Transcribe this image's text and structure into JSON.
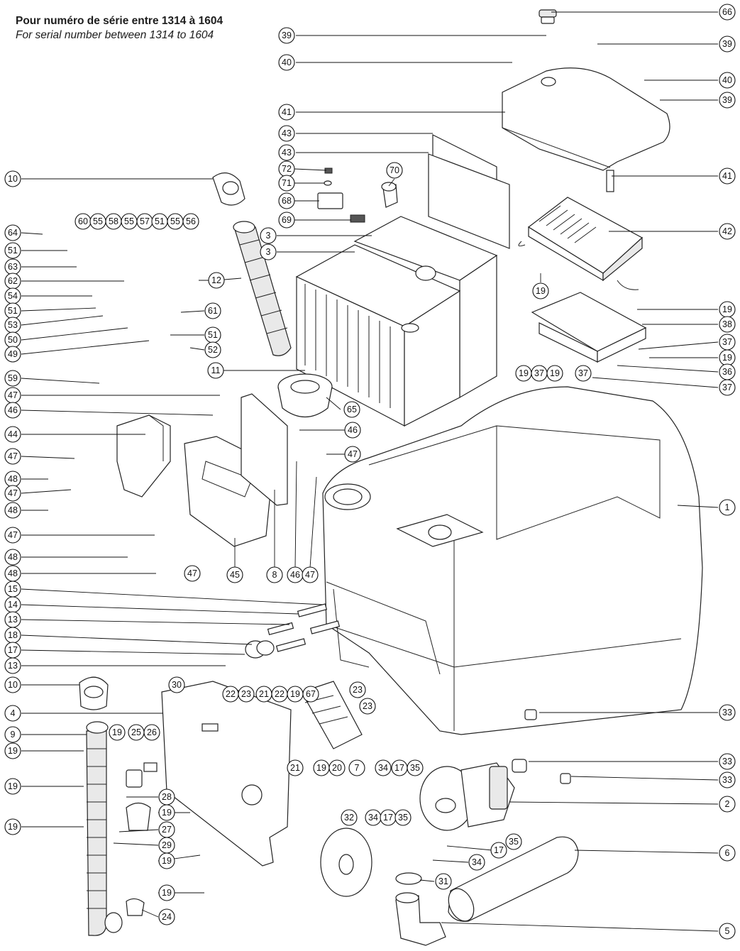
{
  "header": {
    "title_fr": "Pour numéro de série entre 1314 à 1604",
    "title_en": "For serial number between 1314 to 1604"
  },
  "callouts": [
    {
      "id": "66",
      "label": "66"
    },
    {
      "id": "39a",
      "label": "39"
    },
    {
      "id": "39b",
      "label": "39"
    },
    {
      "id": "39c",
      "label": "39"
    },
    {
      "id": "40a",
      "label": "40"
    },
    {
      "id": "40b",
      "label": "40"
    },
    {
      "id": "41a",
      "label": "41"
    },
    {
      "id": "41b",
      "label": "41"
    },
    {
      "id": "43a",
      "label": "43"
    },
    {
      "id": "43b",
      "label": "43"
    },
    {
      "id": "72",
      "label": "72"
    },
    {
      "id": "71",
      "label": "71"
    },
    {
      "id": "70",
      "label": "70"
    },
    {
      "id": "68",
      "label": "68"
    },
    {
      "id": "69",
      "label": "69"
    },
    {
      "id": "42",
      "label": "42"
    },
    {
      "id": "3a",
      "label": "3"
    },
    {
      "id": "3b",
      "label": "3"
    },
    {
      "id": "10a",
      "label": "10"
    },
    {
      "id": "64",
      "label": "64"
    },
    {
      "id": "60",
      "label": "60"
    },
    {
      "id": "55a",
      "label": "55"
    },
    {
      "id": "58",
      "label": "58"
    },
    {
      "id": "55b",
      "label": "55"
    },
    {
      "id": "57",
      "label": "57"
    },
    {
      "id": "51a",
      "label": "51"
    },
    {
      "id": "55c",
      "label": "55"
    },
    {
      "id": "56",
      "label": "56"
    },
    {
      "id": "51b",
      "label": "51"
    },
    {
      "id": "63",
      "label": "63"
    },
    {
      "id": "12",
      "label": "12"
    },
    {
      "id": "62",
      "label": "62"
    },
    {
      "id": "54",
      "label": "54"
    },
    {
      "id": "51c",
      "label": "51"
    },
    {
      "id": "61",
      "label": "61"
    },
    {
      "id": "53",
      "label": "53"
    },
    {
      "id": "50",
      "label": "50"
    },
    {
      "id": "51d",
      "label": "51"
    },
    {
      "id": "49",
      "label": "49"
    },
    {
      "id": "52",
      "label": "52"
    },
    {
      "id": "19a",
      "label": "19"
    },
    {
      "id": "19b",
      "label": "19"
    },
    {
      "id": "38",
      "label": "38"
    },
    {
      "id": "37a",
      "label": "37"
    },
    {
      "id": "19c",
      "label": "19"
    },
    {
      "id": "19d",
      "label": "19"
    },
    {
      "id": "37b",
      "label": "37"
    },
    {
      "id": "19e",
      "label": "19"
    },
    {
      "id": "37c",
      "label": "37"
    },
    {
      "id": "36",
      "label": "36"
    },
    {
      "id": "37d",
      "label": "37"
    },
    {
      "id": "11",
      "label": "11"
    },
    {
      "id": "59",
      "label": "59"
    },
    {
      "id": "47a",
      "label": "47"
    },
    {
      "id": "46a",
      "label": "46"
    },
    {
      "id": "65",
      "label": "65"
    },
    {
      "id": "46b",
      "label": "46"
    },
    {
      "id": "44",
      "label": "44"
    },
    {
      "id": "47b",
      "label": "47"
    },
    {
      "id": "47c",
      "label": "47"
    },
    {
      "id": "48a",
      "label": "48"
    },
    {
      "id": "47d",
      "label": "47"
    },
    {
      "id": "48b",
      "label": "48"
    },
    {
      "id": "1",
      "label": "1"
    },
    {
      "id": "47e",
      "label": "47"
    },
    {
      "id": "48c",
      "label": "48"
    },
    {
      "id": "47f",
      "label": "47"
    },
    {
      "id": "48d",
      "label": "48"
    },
    {
      "id": "45",
      "label": "45"
    },
    {
      "id": "8",
      "label": "8"
    },
    {
      "id": "46c",
      "label": "46"
    },
    {
      "id": "47g",
      "label": "47"
    },
    {
      "id": "15",
      "label": "15"
    },
    {
      "id": "14",
      "label": "14"
    },
    {
      "id": "13a",
      "label": "13"
    },
    {
      "id": "18",
      "label": "18"
    },
    {
      "id": "17a",
      "label": "17"
    },
    {
      "id": "13b",
      "label": "13"
    },
    {
      "id": "10b",
      "label": "10"
    },
    {
      "id": "30",
      "label": "30"
    },
    {
      "id": "22a",
      "label": "22"
    },
    {
      "id": "23a",
      "label": "23"
    },
    {
      "id": "21a",
      "label": "21"
    },
    {
      "id": "22b",
      "label": "22"
    },
    {
      "id": "19f",
      "label": "19"
    },
    {
      "id": "67",
      "label": "67"
    },
    {
      "id": "23b",
      "label": "23"
    },
    {
      "id": "23c",
      "label": "23"
    },
    {
      "id": "4",
      "label": "4"
    },
    {
      "id": "33a",
      "label": "33"
    },
    {
      "id": "9",
      "label": "9"
    },
    {
      "id": "19g",
      "label": "19"
    },
    {
      "id": "25",
      "label": "25"
    },
    {
      "id": "26",
      "label": "26"
    },
    {
      "id": "19h",
      "label": "19"
    },
    {
      "id": "21b",
      "label": "21"
    },
    {
      "id": "19i",
      "label": "19"
    },
    {
      "id": "20",
      "label": "20"
    },
    {
      "id": "7",
      "label": "7"
    },
    {
      "id": "33b",
      "label": "33"
    },
    {
      "id": "34a",
      "label": "34"
    },
    {
      "id": "17b",
      "label": "17"
    },
    {
      "id": "35a",
      "label": "35"
    },
    {
      "id": "33c",
      "label": "33"
    },
    {
      "id": "19j",
      "label": "19"
    },
    {
      "id": "28",
      "label": "28"
    },
    {
      "id": "2",
      "label": "2"
    },
    {
      "id": "19k",
      "label": "19"
    },
    {
      "id": "19l",
      "label": "19"
    },
    {
      "id": "32",
      "label": "32"
    },
    {
      "id": "34b",
      "label": "34"
    },
    {
      "id": "17c",
      "label": "17"
    },
    {
      "id": "35b",
      "label": "35"
    },
    {
      "id": "27",
      "label": "27"
    },
    {
      "id": "29",
      "label": "29"
    },
    {
      "id": "35c",
      "label": "35"
    },
    {
      "id": "17d",
      "label": "17"
    },
    {
      "id": "6",
      "label": "6"
    },
    {
      "id": "19m",
      "label": "19"
    },
    {
      "id": "34c",
      "label": "34"
    },
    {
      "id": "31",
      "label": "31"
    },
    {
      "id": "19n",
      "label": "19"
    },
    {
      "id": "24",
      "label": "24"
    },
    {
      "id": "5",
      "label": "5"
    }
  ]
}
